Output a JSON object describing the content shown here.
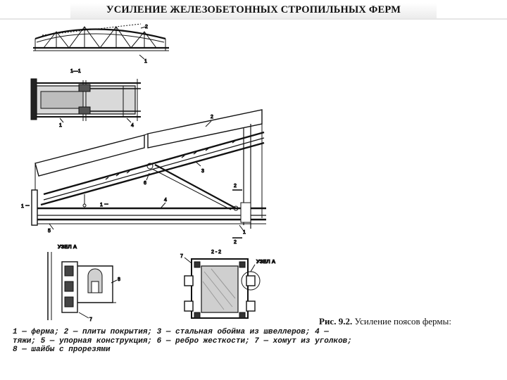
{
  "title": "УСИЛЕНИЕ ЖЕЛЕЗОБЕТОННЫХ СТРОПИЛЬНЫХ ФЕРМ",
  "caption": {
    "number": "Рис. 9.2.",
    "text": "Усиление поясов фермы:"
  },
  "legend_lines": [
    "1 — ферма; 2 — плиты покрытия; 3 — стальная обойма из швеллеров; 4 —",
    "тяжи; 5 — упорная конструкция; 6 — ребро жесткости; 7 — хомут из уголков;",
    "8 — шайбы с прорезями"
  ],
  "drawing_labels": {
    "section_1_1": "1—1",
    "section_2_2": "2 - 2",
    "node_a_left": "УЗЕЛ А",
    "node_a_right": "УЗЕЛ А",
    "n1": "1",
    "n2": "2",
    "n3": "3",
    "n4": "4",
    "n5": "5",
    "n6": "6",
    "n7": "7",
    "n8": "8"
  }
}
